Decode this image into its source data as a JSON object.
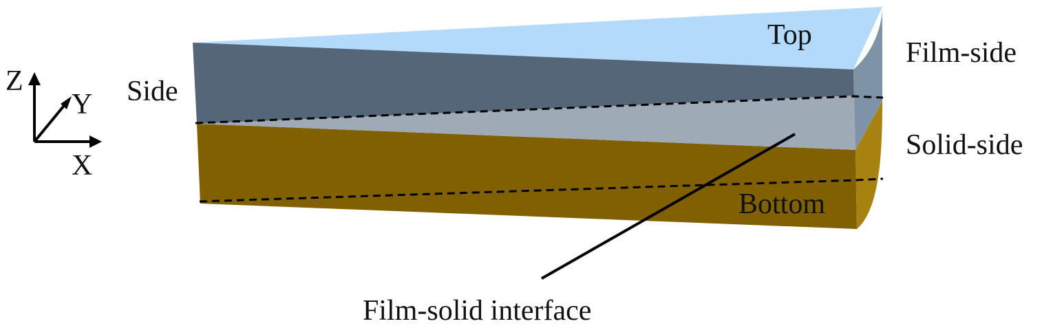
{
  "axes": {
    "z_label": "Z",
    "y_label": "Y",
    "x_label": "X"
  },
  "regions": {
    "top": "Top",
    "side": "Side",
    "film_side": "Film-side",
    "solid_side": "Solid-side",
    "bottom": "Bottom"
  },
  "callout": {
    "label": "Film-solid interface"
  },
  "colors": {
    "film_top": "#B3D9FB",
    "film_front": "#546678",
    "film_right": "#7F93A6",
    "film_left_face": "#9EAAB5",
    "solid_front": "#806000",
    "solid_right": "#A88210"
  }
}
